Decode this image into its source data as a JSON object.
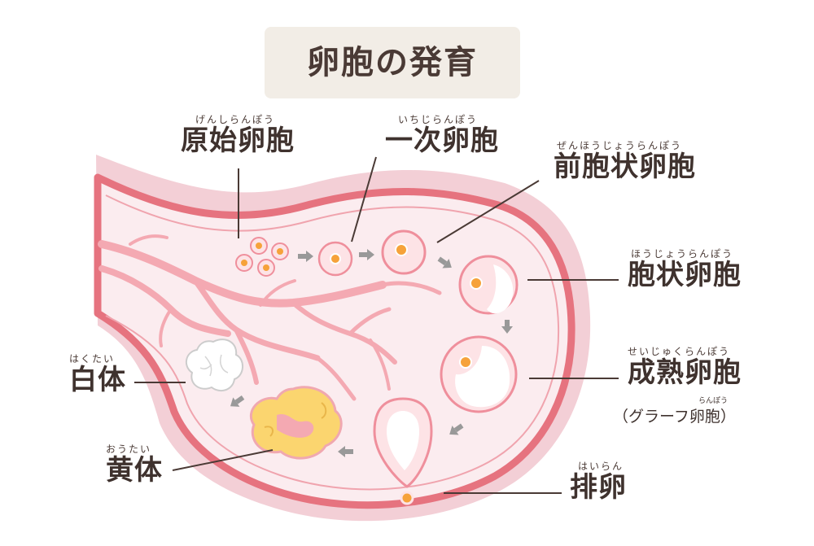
{
  "title": "卵胞の発育",
  "labels": {
    "primordial": {
      "text": "原始卵胞",
      "ruby": "げんしらんぽう"
    },
    "primary": {
      "text": "一次卵胞",
      "ruby": "いちじらんぽう"
    },
    "preantral": {
      "text": "前胞状卵胞",
      "ruby": "ぜんほうじょうらんぽう"
    },
    "antral": {
      "text": "胞状卵胞",
      "ruby": "ほうじょうらんぽう"
    },
    "mature": {
      "text": "成熟卵胞",
      "ruby": "せいじゅくらんぽう",
      "sub": "（グラーフ卵胞）",
      "sub_ruby": "らんぽう"
    },
    "ovulation": {
      "text": "排卵",
      "ruby": "はいらん"
    },
    "corpus_luteum": {
      "text": "黄体",
      "ruby": "おうたい"
    },
    "corpus_albicans": {
      "text": "白体",
      "ruby": "はくたい"
    }
  },
  "colors": {
    "outer_wall": "#f3cfd6",
    "wall_stroke": "#e6737f",
    "inner": "#fbecef",
    "vessel": "#f4a9b2",
    "follicle_fill": "#fde3e6",
    "follicle_ring": "#ef8f9c",
    "oocyte": "#f6a23a",
    "yolk": "#fbd56f",
    "arrow": "#999999",
    "title_bg": "#f2ede6",
    "text": "#3f322e"
  }
}
